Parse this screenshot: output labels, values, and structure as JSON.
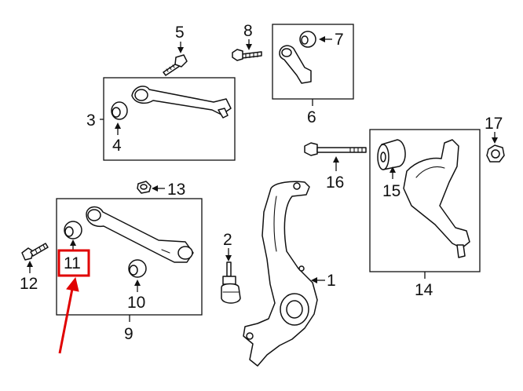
{
  "callouts": {
    "c1": "1",
    "c2": "2",
    "c3": "3",
    "c4": "4",
    "c5": "5",
    "c6": "6",
    "c7": "7",
    "c8": "8",
    "c9": "9",
    "c10": "10",
    "c11": "11",
    "c12": "12",
    "c13": "13",
    "c14": "14",
    "c15": "15",
    "c16": "16",
    "c17": "17"
  },
  "highlight": {
    "callout_key": "c11",
    "box_color": "#e00000",
    "arrow_color": "#e00000"
  },
  "colors": {
    "line": "#111111",
    "background": "#ffffff"
  }
}
